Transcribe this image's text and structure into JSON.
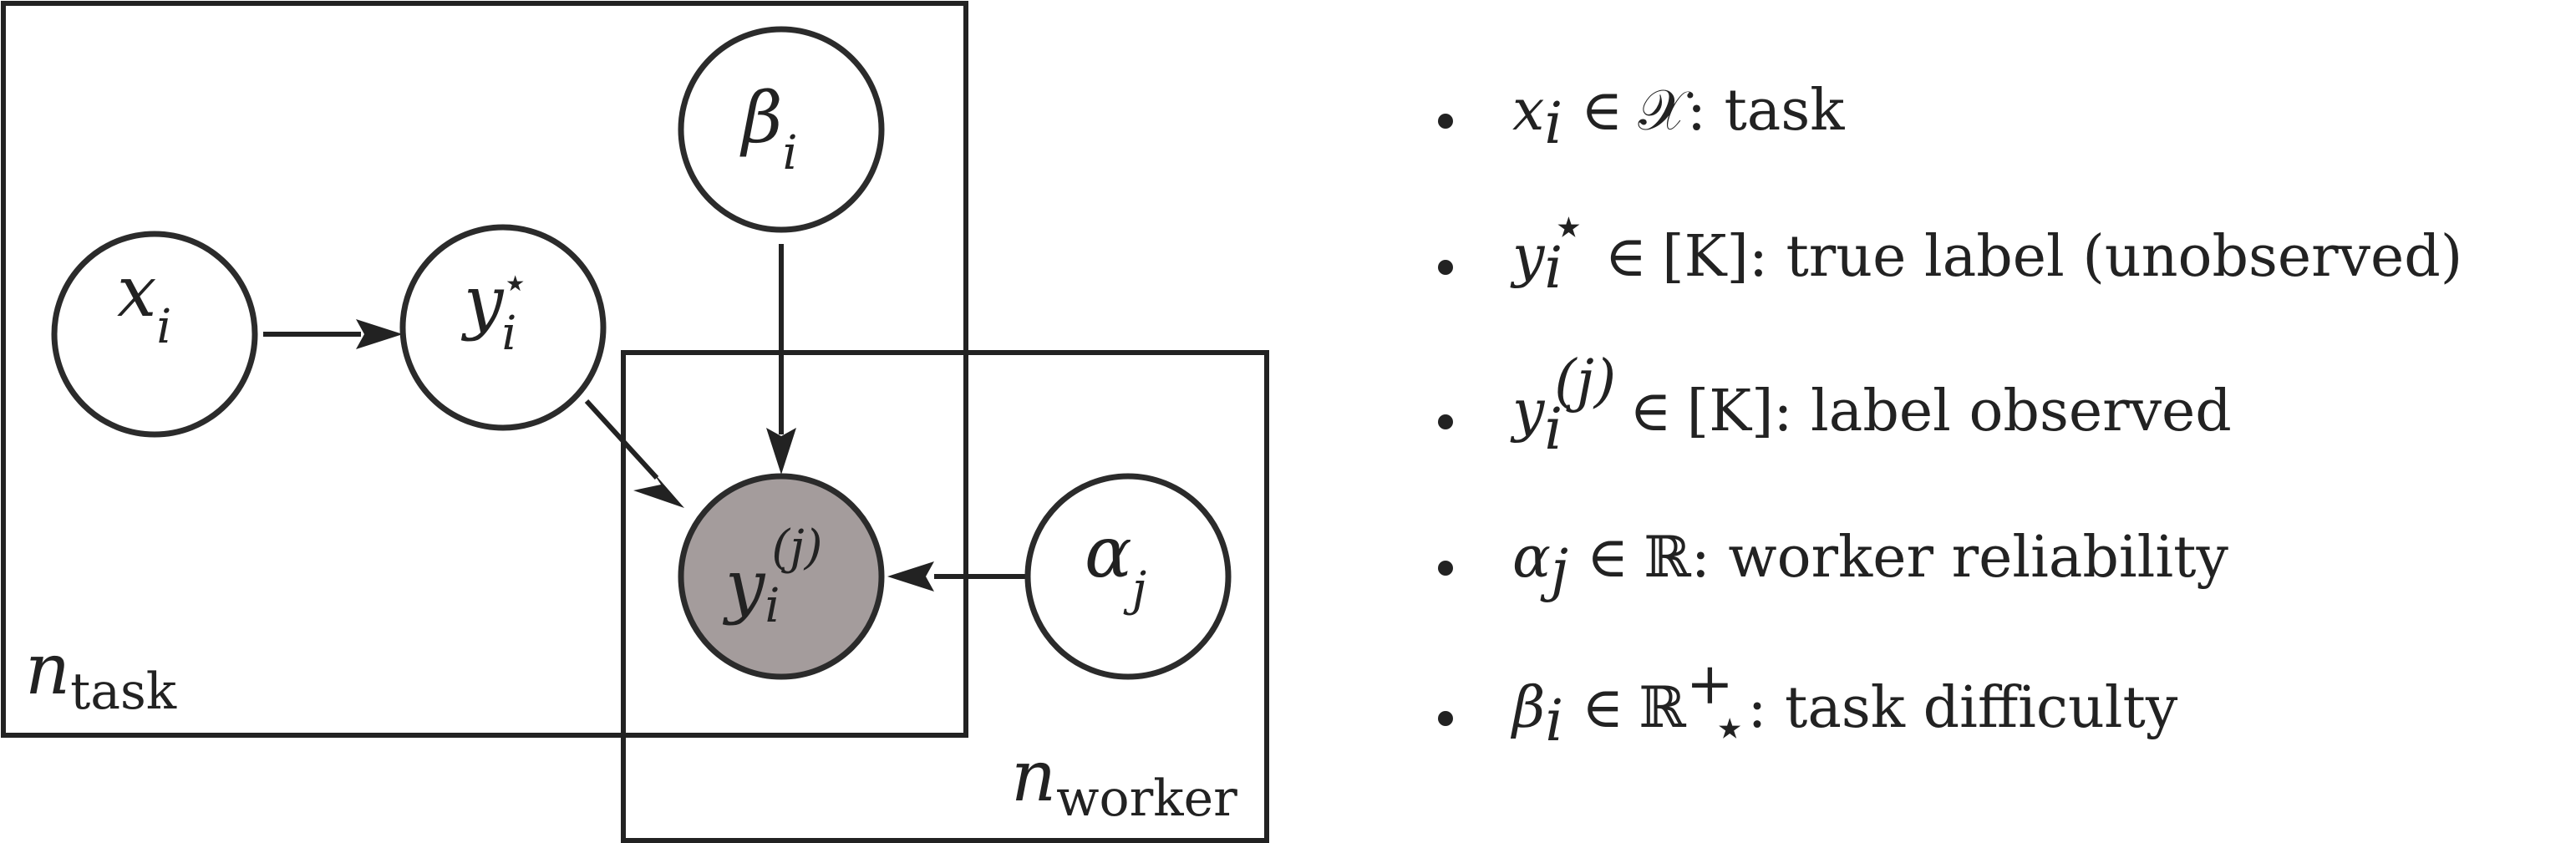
{
  "colors": {
    "stroke": "#2b2b2b",
    "text": "#222222",
    "observed_fill": "#a49c9c",
    "latent_fill": "#ffffff"
  },
  "plates": {
    "task": {
      "var": "n",
      "sub": "task"
    },
    "worker": {
      "var": "n",
      "sub": "worker"
    }
  },
  "nodes": {
    "x": {
      "base": "x",
      "sub": "i",
      "sup": "",
      "observed": false
    },
    "ystar": {
      "base": "y",
      "sub": "i",
      "sup": "⋆",
      "observed": false
    },
    "beta": {
      "base": "β",
      "sub": "i",
      "sup": "",
      "observed": false
    },
    "yij": {
      "base": "y",
      "sub": "i",
      "sup": "(j)",
      "observed": true
    },
    "alpha": {
      "base": "α",
      "sub": "j",
      "sup": "",
      "observed": false
    }
  },
  "edges": [
    {
      "from": "x",
      "to": "ystar"
    },
    {
      "from": "ystar",
      "to": "yij"
    },
    {
      "from": "beta",
      "to": "yij"
    },
    {
      "from": "alpha",
      "to": "yij"
    }
  ],
  "legend": [
    {
      "sym": "x",
      "sub": "i",
      "sup": "",
      "rel": "∈",
      "set": "𝒳",
      "set_sub": "",
      "set_sup": "",
      "desc": ": task"
    },
    {
      "sym": "y",
      "sub": "i",
      "sup": "⋆",
      "rel": "∈",
      "set": "[K]",
      "set_sub": "",
      "set_sup": "",
      "desc": ": true label (unobserved)"
    },
    {
      "sym": "y",
      "sub": "i",
      "sup": "(j)",
      "rel": "∈",
      "set": "[K]",
      "set_sub": "",
      "set_sup": "",
      "desc": ": label observed"
    },
    {
      "sym": "α",
      "sub": "j",
      "sup": "",
      "rel": "∈",
      "set": "ℝ",
      "set_sub": "",
      "set_sup": "",
      "desc": ": worker reliability"
    },
    {
      "sym": "β",
      "sub": "i",
      "sup": "",
      "rel": "∈",
      "set": "ℝ",
      "set_sub": "⋆",
      "set_sup": "+",
      "desc": ": task difficulty"
    }
  ]
}
